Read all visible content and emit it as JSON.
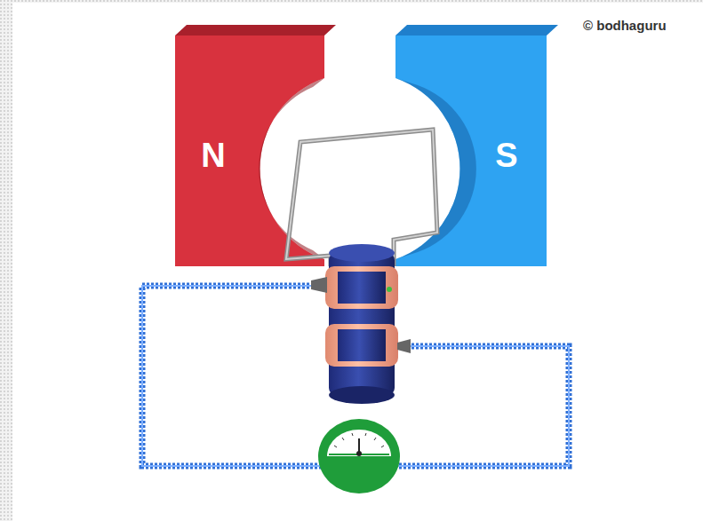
{
  "diagram": {
    "nodes": [
      {
        "text": [
          "N"
        ]
      },
      {
        "text": [
          "S"
        ]
      }
    ],
    "labels": [
      "© bodhaguru"
    ]
  }
}
